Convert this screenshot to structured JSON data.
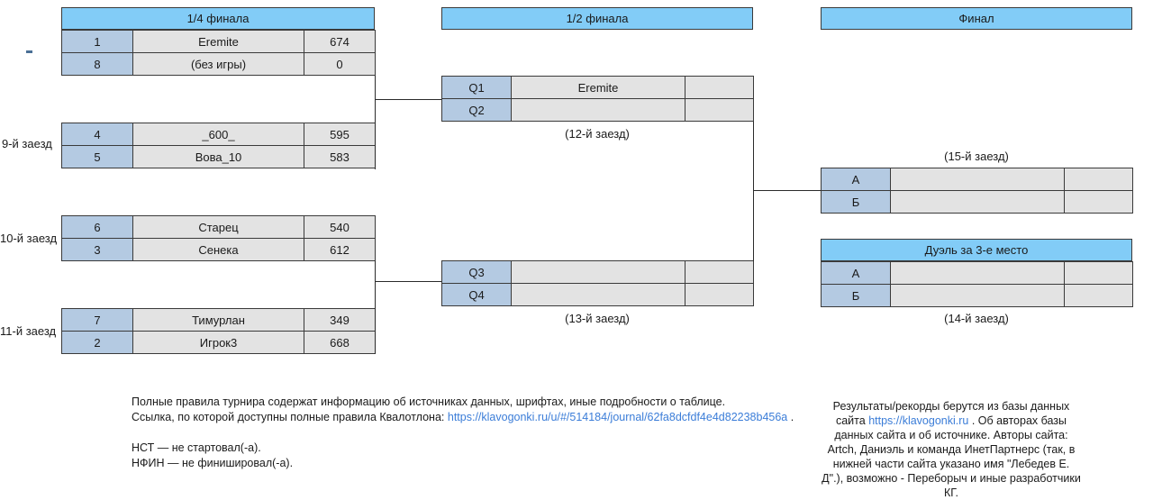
{
  "stages": {
    "quarterfinal": {
      "title": "1/4 финала"
    },
    "semifinal": {
      "title": "1/2 финала"
    },
    "final": {
      "title": "Финал"
    },
    "third_place": {
      "title": "Дуэль за 3-е место"
    }
  },
  "quarterfinals": [
    {
      "race_label": "",
      "rows": [
        {
          "seed": "1",
          "name": "Eremite",
          "score": "674"
        },
        {
          "seed": "8",
          "name": "(без игры)",
          "score": "0"
        }
      ]
    },
    {
      "race_label": "9-й заезд",
      "rows": [
        {
          "seed": "4",
          "name": "_600_",
          "score": "595"
        },
        {
          "seed": "5",
          "name": "Вова_10",
          "score": "583"
        }
      ]
    },
    {
      "race_label": "10-й заезд",
      "rows": [
        {
          "seed": "6",
          "name": "Старец",
          "score": "540"
        },
        {
          "seed": "3",
          "name": "Сенека",
          "score": "612"
        }
      ]
    },
    {
      "race_label": "11-й заезд",
      "rows": [
        {
          "seed": "7",
          "name": "Тимурлан",
          "score": "349"
        },
        {
          "seed": "2",
          "name": "Игрок3",
          "score": "668"
        }
      ]
    }
  ],
  "semifinals": [
    {
      "caption": "(12-й заезд)",
      "rows": [
        {
          "seed": "Q1",
          "name": "Eremite",
          "score": ""
        },
        {
          "seed": "Q2",
          "name": "",
          "score": ""
        }
      ]
    },
    {
      "caption": "(13-й заезд)",
      "rows": [
        {
          "seed": "Q3",
          "name": "",
          "score": ""
        },
        {
          "seed": "Q4",
          "name": "",
          "score": ""
        }
      ]
    }
  ],
  "final_match": {
    "caption": "(15-й заезд)",
    "rows": [
      {
        "seed": "А",
        "name": "",
        "score": ""
      },
      {
        "seed": "Б",
        "name": "",
        "score": ""
      }
    ]
  },
  "third_place_match": {
    "caption": "(14-й заезд)",
    "rows": [
      {
        "seed": "А",
        "name": "",
        "score": ""
      },
      {
        "seed": "Б",
        "name": "",
        "score": ""
      }
    ]
  },
  "notes": {
    "rules_line1": "Полные правила турнира содержат информацию об источниках данных, шрифтах, иные подробности о таблице.",
    "rules_line2_prefix": "Ссылка, по которой доступны полные правила Квалотлона: ",
    "rules_link": "https://klavogonki.ru/u/#/514184/journal/62fa8dcfdf4e4d82238b456a",
    "rules_line2_suffix": " .",
    "abbr_nst": "НСТ — не стартовал(-а).",
    "abbr_nfin": "НФИН — не финишировал(-а).",
    "source_part1": "Результаты/рекорды берутся из базы данных сайта ",
    "source_link": "https://klavogonki.ru",
    "source_part2": " . Об авторах базы данных сайта и об источнике. Авторы сайта: Artch, Даниэль и команда ИнетПартнерс (так, в нижней части сайта указано имя \"Лебедев Е. Д\".), возможно - Переборыч и иные разработчики КГ."
  },
  "colors": {
    "header_blue": "#82ccf7",
    "seed_blue": "#b4cae2",
    "cell_grey": "#e3e3e3",
    "link_blue": "#3b7dd8",
    "border": "#3a3a3a"
  }
}
